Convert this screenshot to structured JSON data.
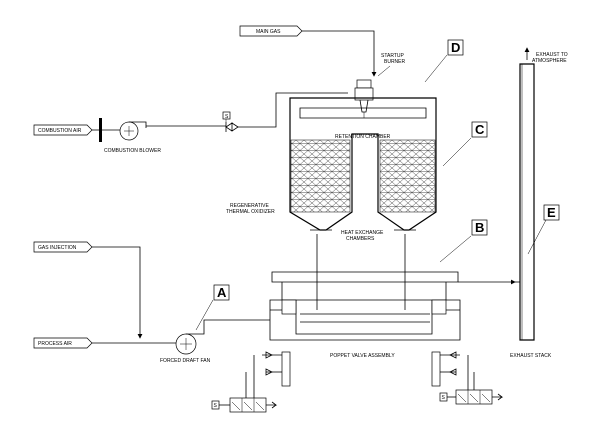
{
  "labels": {
    "main_gas": "MAIN GAS",
    "startup_burner_1": "STARTUP",
    "startup_burner_2": "BURNER",
    "exhaust_atmo_1": "EXHAUST TO",
    "exhaust_atmo_2": "ATMOSPHERE",
    "combustion_air": "COMBUSTION AIR",
    "combustion_blower": "COMBUSTION BLOWER",
    "retention_chamber": "RETENTION CHAMBER",
    "rto_1": "REGENERATIVE",
    "rto_2": "THERMAL OXIDIZER",
    "heat_exchange_1": "HEAT EXCHANGE",
    "heat_exchange_2": "CHAMBERS",
    "gas_injection": "GAS INJECTION",
    "process_air": "PROCESS AIR",
    "forced_draft_fan": "FORCED DRAFT FAN",
    "poppet_valve": "POPPET VALVE ASSEMBLY",
    "exhaust_stack": "EXHAUST STACK"
  },
  "callouts": {
    "a": "A",
    "b": "B",
    "c": "C",
    "d": "D",
    "e": "E"
  },
  "small_marks": {
    "left_valve_box": "S",
    "right_valve_box": "S",
    "blower_valve_box": "S"
  }
}
